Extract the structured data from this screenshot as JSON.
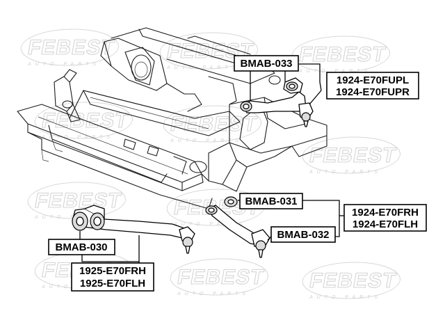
{
  "watermark": {
    "brand": "FEBEST",
    "sub": "AUTO PARTS"
  },
  "labels": {
    "bmab_033": "BMAB-033",
    "fupl": "1924-E70FUPL",
    "fupr": "1924-E70FUPR",
    "bmab_031": "BMAB-031",
    "frh": "1924-E70FRH",
    "flh": "1924-E70FLH",
    "bmab_032": "BMAB-032",
    "bmab_030": "BMAB-030",
    "frh_1925": "1925-E70FRH",
    "flh_1925": "1925-E70FLH"
  }
}
